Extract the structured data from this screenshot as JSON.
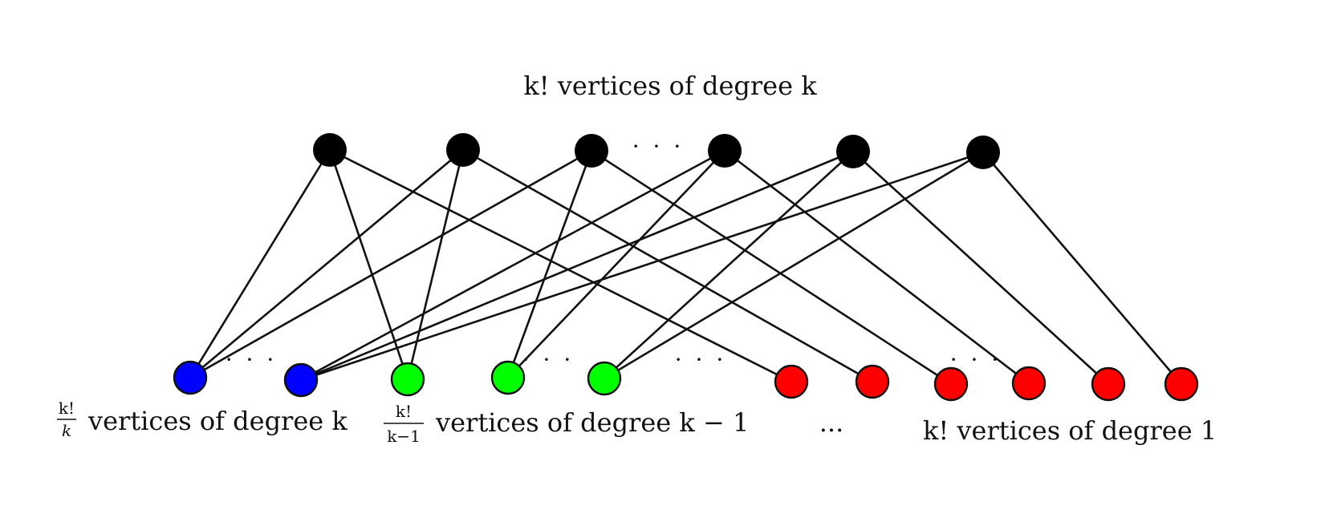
{
  "colors": {
    "top": "#000000",
    "blue": "#0000ff",
    "green": "#00ff00",
    "red": "#ff0000",
    "edge": "#111111"
  },
  "labels": {
    "top": "k! vertices of degree k",
    "blue_frac_num": "k!",
    "blue_frac_den": "k",
    "blue": "vertices of degree k",
    "green_frac_num": "k!",
    "green_frac_den": "k−1",
    "green": "vertices of degree k − 1",
    "middle_ellipsis": "...",
    "red": "k! vertices of degree 1"
  },
  "ellipses": {
    "top": "· · ·",
    "blue": "· · ·",
    "green": "· · ·",
    "middle": "· · ·",
    "red": "· · ·"
  },
  "graph": {
    "top_vertices": [
      "t1",
      "t2",
      "t3",
      "t4",
      "t5",
      "t6"
    ],
    "bottom_vertices": [
      {
        "id": "b1",
        "group": "blue"
      },
      {
        "id": "b2",
        "group": "blue"
      },
      {
        "id": "g1",
        "group": "green"
      },
      {
        "id": "g2",
        "group": "green"
      },
      {
        "id": "g3",
        "group": "green"
      },
      {
        "id": "r1",
        "group": "red"
      },
      {
        "id": "r2",
        "group": "red"
      },
      {
        "id": "r3",
        "group": "red"
      },
      {
        "id": "r4",
        "group": "red"
      },
      {
        "id": "r5",
        "group": "red"
      },
      {
        "id": "r6",
        "group": "red"
      }
    ],
    "edges": [
      [
        "t1",
        "b1"
      ],
      [
        "t1",
        "g1"
      ],
      [
        "t1",
        "r1"
      ],
      [
        "t2",
        "b1"
      ],
      [
        "t2",
        "g1"
      ],
      [
        "t2",
        "r2"
      ],
      [
        "t3",
        "b1"
      ],
      [
        "t3",
        "g2"
      ],
      [
        "t3",
        "r3"
      ],
      [
        "t4",
        "b2"
      ],
      [
        "t4",
        "g2"
      ],
      [
        "t4",
        "r4"
      ],
      [
        "t5",
        "b2"
      ],
      [
        "t5",
        "g3"
      ],
      [
        "t5",
        "r5"
      ],
      [
        "t6",
        "b2"
      ],
      [
        "t6",
        "g3"
      ],
      [
        "t6",
        "r6"
      ]
    ]
  }
}
